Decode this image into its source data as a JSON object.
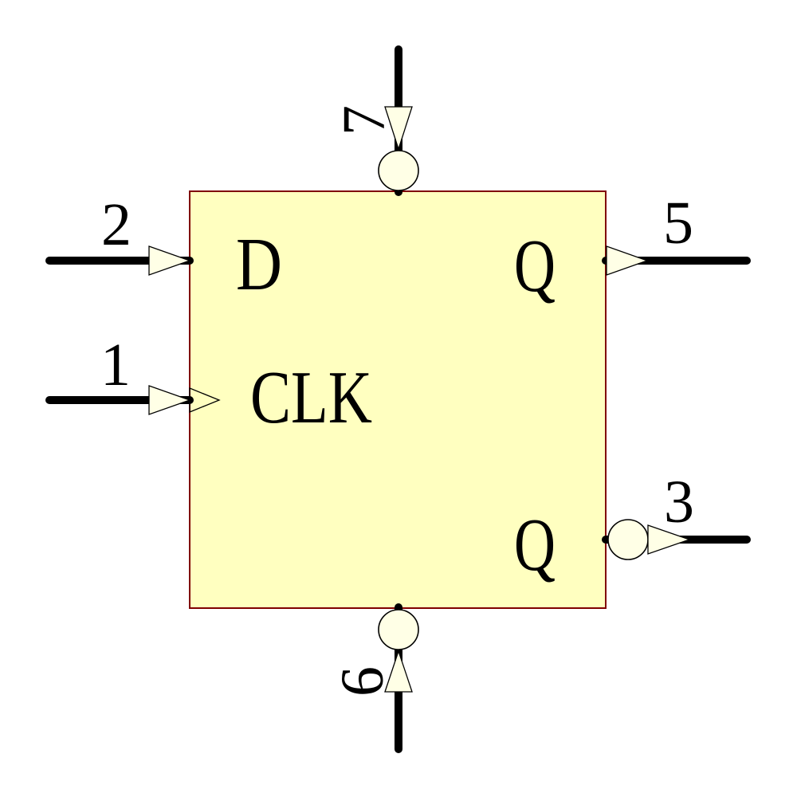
{
  "colors": {
    "background": "#FFFFFF",
    "body_fill": "#FFFFC0",
    "body_border": "#800000",
    "pin_shape_fill": "#FFFFE6",
    "pin_shape_stroke": "#000000",
    "wire": "#000000",
    "label_text": "#000000"
  },
  "flipflop": {
    "port_labels": {
      "d": "D",
      "clk": "CLK",
      "q": "Q",
      "q_inverted": "Q"
    },
    "pin_numbers": {
      "d": "2",
      "clk": "1",
      "q": "5",
      "q_inverted": "3",
      "preset": "7",
      "clear": "6"
    }
  }
}
